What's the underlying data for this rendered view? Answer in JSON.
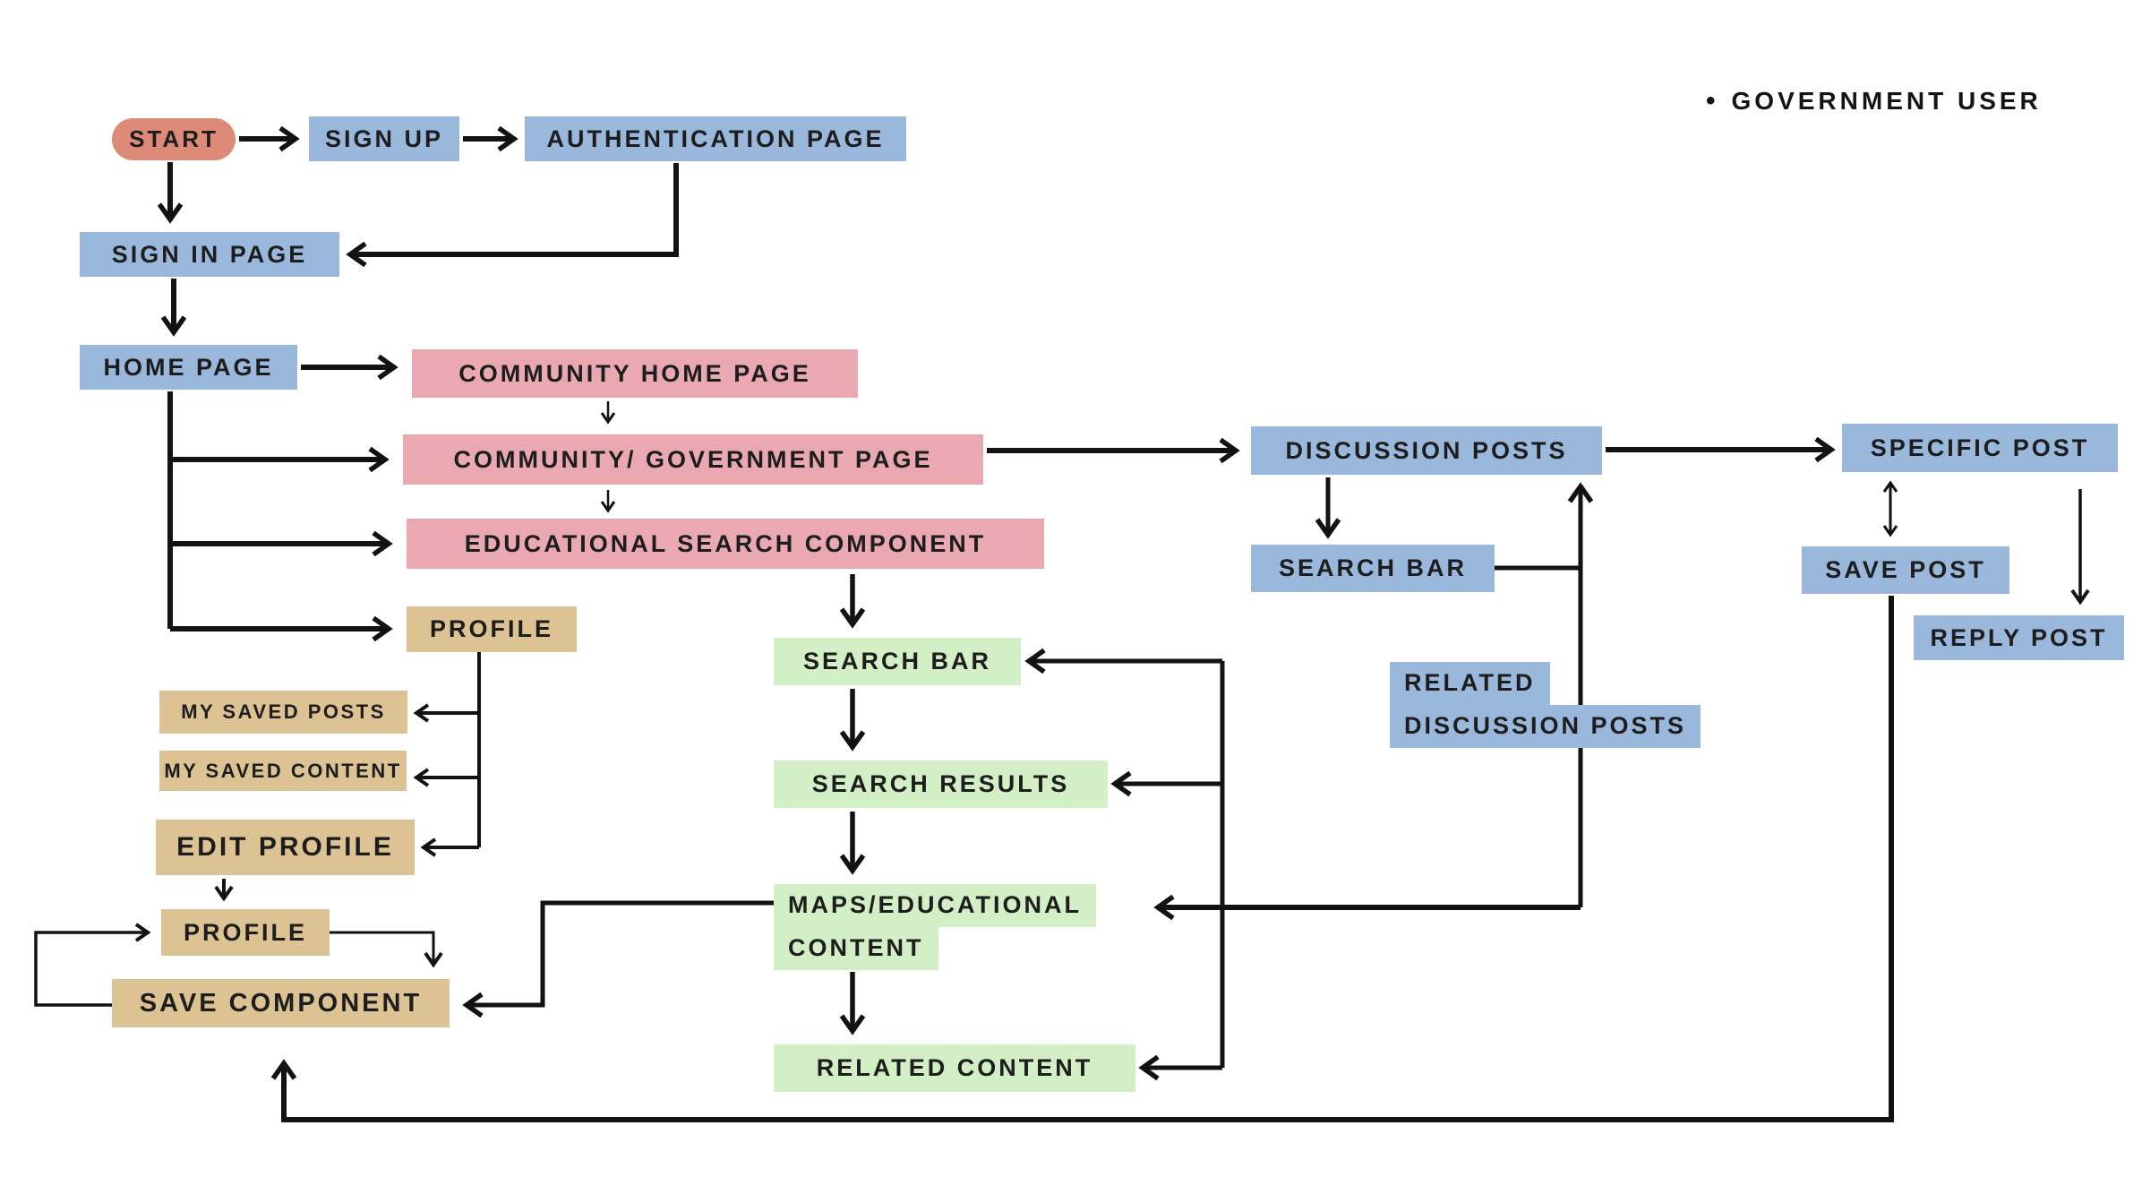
{
  "legend": {
    "bullet": "•",
    "label": "GOVERNMENT USER"
  },
  "palette": {
    "blue": "#9ab7dc",
    "pink": "#eaa8b1",
    "tan": "#ddc293",
    "green": "#d3efc5",
    "salmon": "#dd8b78",
    "line": "#121212",
    "text": "#1d1d1d",
    "background": "#ffffff"
  },
  "nodes": [
    {
      "id": "start",
      "label": "START",
      "color": "salmon",
      "shape": "pill"
    },
    {
      "id": "sign-up",
      "label": "SIGN UP",
      "color": "blue"
    },
    {
      "id": "authentication-page",
      "label": "AUTHENTICATION PAGE",
      "color": "blue"
    },
    {
      "id": "sign-in-page",
      "label": "SIGN IN PAGE",
      "color": "blue"
    },
    {
      "id": "home-page",
      "label": "HOME PAGE",
      "color": "blue"
    },
    {
      "id": "community-home-page",
      "label": "COMMUNITY HOME PAGE",
      "color": "pink"
    },
    {
      "id": "community-government-page",
      "label": "COMMUNITY/ GOVERNMENT PAGE",
      "color": "pink"
    },
    {
      "id": "educational-search-component",
      "label": "EDUCATIONAL SEARCH COMPONENT",
      "color": "pink"
    },
    {
      "id": "profile-overview",
      "label": "PROFILE",
      "color": "tan"
    },
    {
      "id": "my-saved-posts",
      "label": "MY SAVED POSTS",
      "color": "tan"
    },
    {
      "id": "my-saved-content",
      "label": "MY SAVED CONTENT",
      "color": "tan"
    },
    {
      "id": "edit-profile",
      "label": "EDIT PROFILE",
      "color": "tan"
    },
    {
      "id": "profile-settings",
      "label": "PROFILE",
      "color": "tan"
    },
    {
      "id": "save-component",
      "label": "SAVE COMPONENT",
      "color": "tan"
    },
    {
      "id": "search-bar-educational",
      "label": "SEARCH BAR",
      "color": "green"
    },
    {
      "id": "search-results",
      "label": "SEARCH RESULTS",
      "color": "green"
    },
    {
      "id": "maps-educational-content",
      "lines": [
        "MAPS/EDUCATIONAL",
        "CONTENT"
      ],
      "color": "green"
    },
    {
      "id": "related-content",
      "label": "RELATED CONTENT",
      "color": "green"
    },
    {
      "id": "discussion-posts",
      "label": "DISCUSSION POSTS",
      "color": "blue"
    },
    {
      "id": "search-bar-discussion",
      "label": "SEARCH BAR",
      "color": "blue"
    },
    {
      "id": "related-discussion-posts",
      "lines": [
        "RELATED",
        "DISCUSSION POSTS"
      ],
      "color": "blue"
    },
    {
      "id": "specific-post",
      "label": "SPECIFIC POST",
      "color": "blue"
    },
    {
      "id": "save-post",
      "label": "SAVE POST",
      "color": "blue"
    },
    {
      "id": "reply-post",
      "label": "REPLY POST",
      "color": "blue"
    }
  ],
  "edges": [
    {
      "from": "start",
      "to": "sign-up",
      "type": "arrow"
    },
    {
      "from": "sign-up",
      "to": "authentication-page",
      "type": "arrow"
    },
    {
      "from": "start",
      "to": "sign-in-page",
      "type": "arrow"
    },
    {
      "from": "authentication-page",
      "to": "sign-in-page",
      "type": "arrow"
    },
    {
      "from": "sign-in-page",
      "to": "home-page",
      "type": "arrow"
    },
    {
      "from": "home-page",
      "to": "community-home-page",
      "type": "arrow"
    },
    {
      "from": "home-page",
      "to": "community-government-page",
      "type": "arrow"
    },
    {
      "from": "home-page",
      "to": "educational-search-component",
      "type": "arrow"
    },
    {
      "from": "home-page",
      "to": "profile-overview",
      "type": "arrow"
    },
    {
      "from": "community-home-page",
      "to": "community-government-page",
      "type": "arrow"
    },
    {
      "from": "community-government-page",
      "to": "educational-search-component",
      "type": "arrow"
    },
    {
      "from": "community-government-page",
      "to": "discussion-posts",
      "type": "arrow"
    },
    {
      "from": "educational-search-component",
      "to": "search-bar-educational",
      "type": "arrow"
    },
    {
      "from": "search-bar-educational",
      "to": "search-results",
      "type": "arrow"
    },
    {
      "from": "search-results",
      "to": "maps-educational-content",
      "type": "arrow"
    },
    {
      "from": "maps-educational-content",
      "to": "related-content",
      "type": "arrow"
    },
    {
      "from": "profile-overview",
      "to": "my-saved-posts",
      "type": "arrow"
    },
    {
      "from": "profile-overview",
      "to": "my-saved-content",
      "type": "arrow"
    },
    {
      "from": "profile-overview",
      "to": "edit-profile",
      "type": "arrow"
    },
    {
      "from": "edit-profile",
      "to": "profile-settings",
      "type": "arrow"
    },
    {
      "from": "profile-settings",
      "to": "save-component",
      "type": "arrow"
    },
    {
      "from": "save-component",
      "to": "profile-settings",
      "type": "arrow"
    },
    {
      "from": "maps-educational-content",
      "to": "save-component",
      "type": "arrow"
    },
    {
      "from": "loop-line",
      "to": "search-bar-educational",
      "type": "arrow"
    },
    {
      "from": "loop-line",
      "to": "search-results",
      "type": "arrow"
    },
    {
      "from": "loop-line",
      "to": "related-content",
      "type": "arrow"
    },
    {
      "from": "maps-educational-content",
      "to": "discussion-posts",
      "type": "double-arrow"
    },
    {
      "from": "search-bar-discussion",
      "to": "discussion-posts",
      "type": "arrow"
    },
    {
      "from": "discussion-posts",
      "to": "search-bar-discussion",
      "type": "arrow"
    },
    {
      "from": "discussion-posts",
      "to": "specific-post",
      "type": "arrow"
    },
    {
      "from": "specific-post",
      "to": "save-post",
      "type": "double-arrow"
    },
    {
      "from": "specific-post",
      "to": "reply-post",
      "type": "arrow"
    },
    {
      "from": "save-post",
      "to": "save-component",
      "type": "arrow"
    }
  ]
}
